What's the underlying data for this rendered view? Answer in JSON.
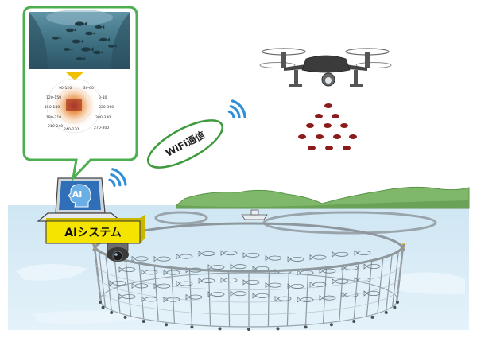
{
  "labels": {
    "wifi": "WiFi通信",
    "ai_system": "AIシステム",
    "ai_logo": "AI"
  },
  "sonar": {
    "tick_labels": [
      "90-120",
      "30-60",
      "120-150",
      "0-30",
      "150-180",
      "330-360",
      "180-210",
      "300-330",
      "210-240",
      "270-300",
      "240-270"
    ]
  },
  "icons": [
    "drone-icon",
    "wifi-waves-icon",
    "laptop-icon",
    "ai-head-icon",
    "camera-icon",
    "fish-cage-icon"
  ],
  "colors": {
    "frame_green": "#4caf50",
    "wifi_blue": "#2f8fd8",
    "sea": "#d6ebf6",
    "land": "#7fb86a",
    "ai_box": "#f5e400",
    "marker_red": "#8b1a1a"
  }
}
